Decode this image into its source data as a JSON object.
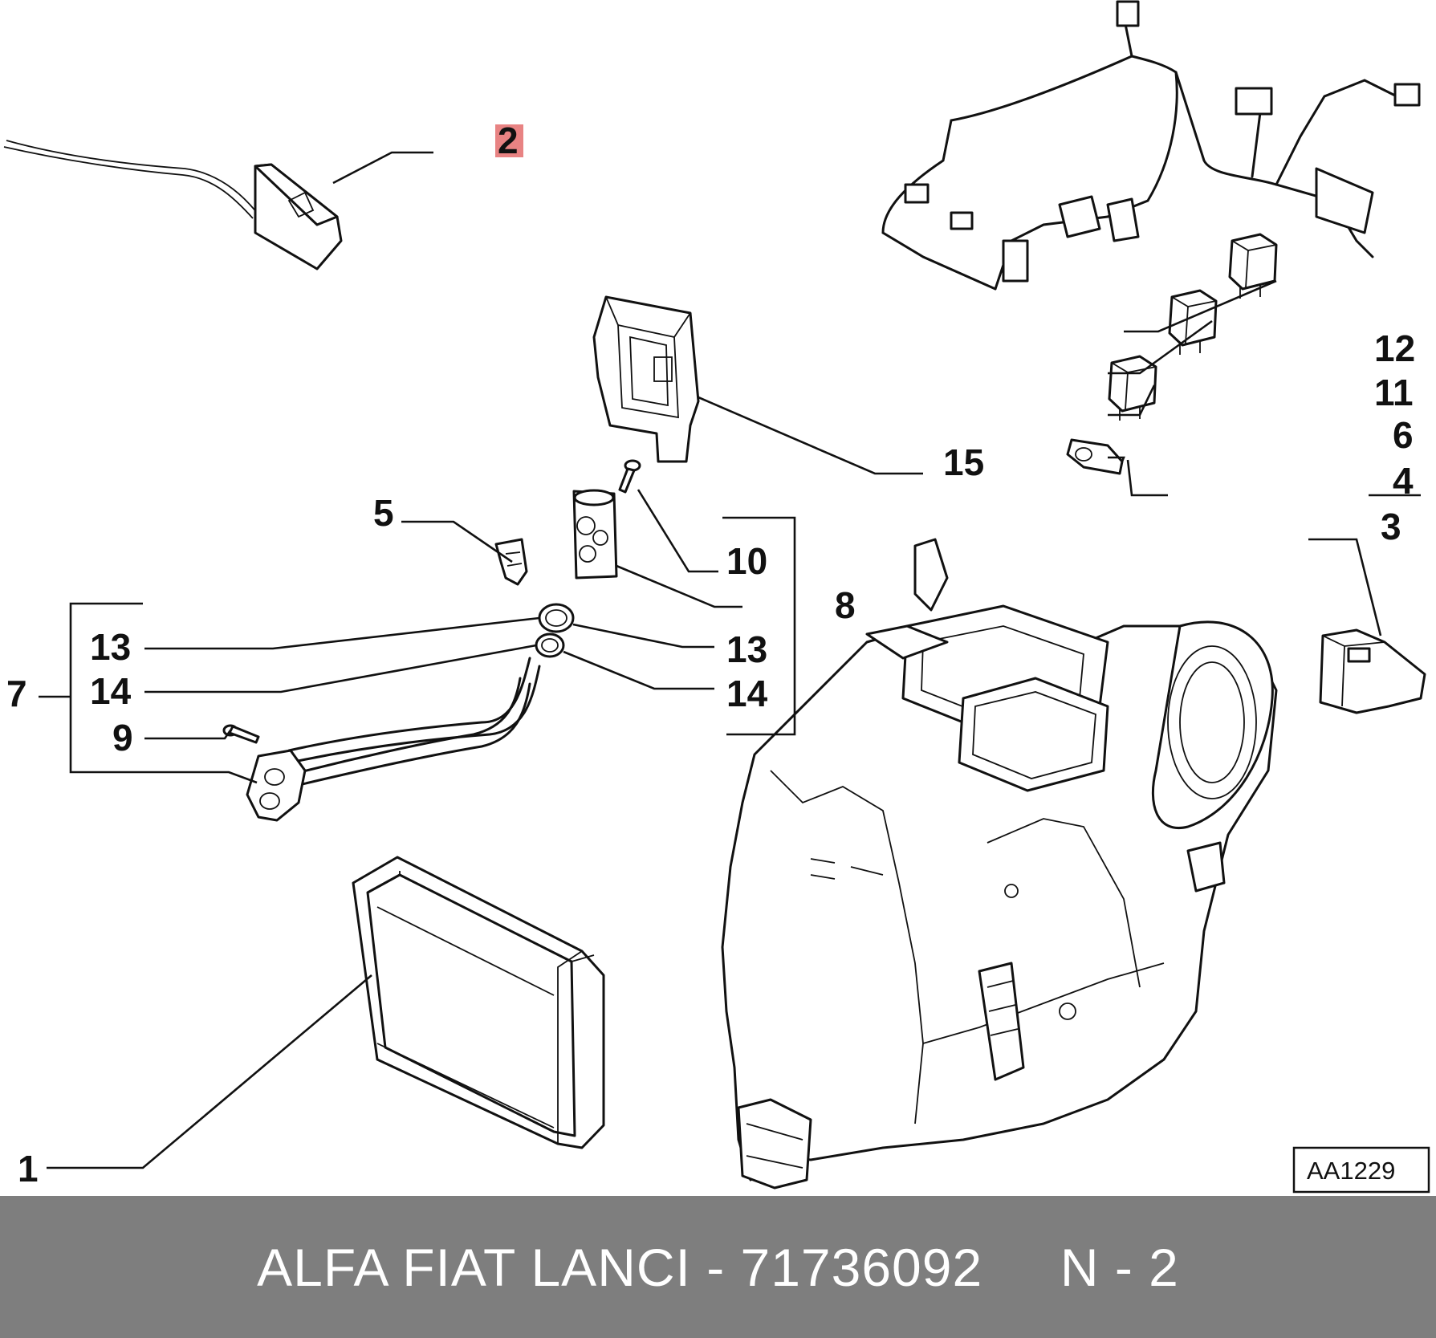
{
  "callouts": {
    "c1": "1",
    "c2": "2",
    "c3": "3",
    "c4": "4",
    "c5": "5",
    "c6": "6",
    "c7": "7",
    "c8": "8",
    "c9": "9",
    "c10": "10",
    "c11": "11",
    "c12": "12",
    "c13_left": "13",
    "c13_right": "13",
    "c14_left": "14",
    "c14_right": "14",
    "c15": "15"
  },
  "highlight": {
    "callout": "2",
    "color": "#e05a5a"
  },
  "reference_code": "AA1229",
  "footer": {
    "label": "ALFA FIAT LANCI - 71736092     N - 2",
    "background": "#7e7e7e",
    "text_color": "#ffffff"
  }
}
